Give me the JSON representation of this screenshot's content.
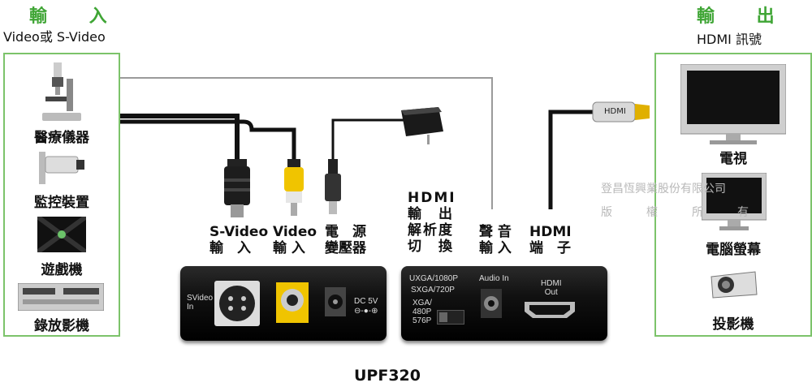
{
  "input": {
    "title": "輸 入",
    "subtitle": "Video或 S-Video",
    "devices": [
      "醫療儀器",
      "監控裝置",
      "遊戲機",
      "錄放影機"
    ]
  },
  "output": {
    "title": "輸 出",
    "subtitle": "HDMI 訊號",
    "devices": [
      "電視",
      "電腦螢幕",
      "投影機"
    ]
  },
  "left_ports": {
    "svideo": "S-Video\n輸　入",
    "video": "Video\n輸 入",
    "power": "電　源\n變壓器"
  },
  "right_ports": {
    "hdmi_switch": "HDMI\n輸　出\n解析度\n切　換",
    "audio": "聲 音\n輸 入",
    "hdmi_out": "HDMI\n端　子"
  },
  "box_left": {
    "svideo_in": "SVideo\nIn",
    "dc": "DC 5V"
  },
  "box_right": {
    "res1": "UXGA/1080P",
    "res2": "SXGA/720P",
    "res3": "XGA/\n480P\n576P",
    "audio_in": "Audio In",
    "hdmi_out": "HDMI\nOut"
  },
  "connector_label": "HDMI",
  "watermark": {
    "line1": "登昌恆興業股份有限公司",
    "line2": "版　　　權　　　所　　　有"
  },
  "model": "UPF320"
}
